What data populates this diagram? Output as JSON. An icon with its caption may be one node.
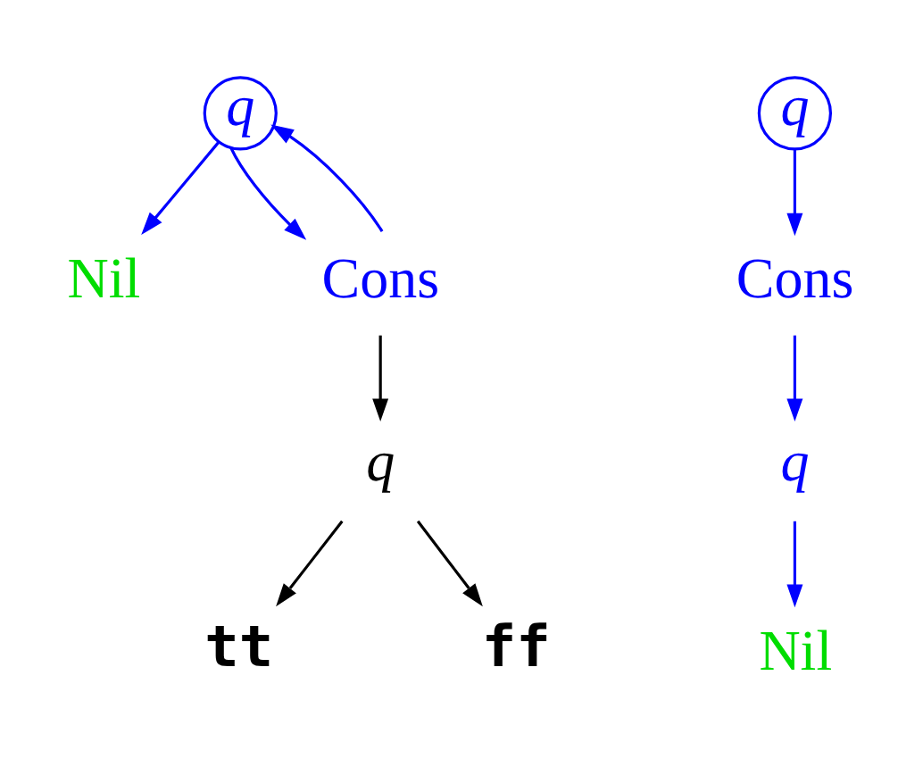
{
  "diagram": {
    "nodes": [
      {
        "text": [
          "q"
        ]
      },
      {
        "text": [
          "Nil"
        ]
      },
      {
        "text": [
          "Cons"
        ]
      },
      {
        "text": [
          "q"
        ]
      },
      {
        "text": [
          "tt"
        ]
      },
      {
        "text": [
          "ff"
        ]
      },
      {
        "text": [
          "q"
        ]
      },
      {
        "text": [
          "Cons"
        ]
      },
      {
        "text": [
          "q"
        ]
      },
      {
        "text": [
          "Nil"
        ]
      }
    ],
    "edges": [
      {
        "from": 0,
        "to": 1,
        "arrow": "to"
      },
      {
        "from": 0,
        "to": 2,
        "arrow": "to"
      },
      {
        "from": 2,
        "to": 0,
        "arrow": "to"
      },
      {
        "from": 2,
        "to": 3,
        "arrow": "to",
        "color": "#000000"
      },
      {
        "from": 3,
        "to": 4,
        "arrow": "to",
        "color": "#000000"
      },
      {
        "from": 3,
        "to": 5,
        "arrow": "to",
        "color": "#000000"
      },
      {
        "from": 6,
        "to": 7,
        "arrow": "to"
      },
      {
        "from": 7,
        "to": 8,
        "arrow": "to"
      },
      {
        "from": 8,
        "to": 9,
        "arrow": "to"
      }
    ]
  }
}
